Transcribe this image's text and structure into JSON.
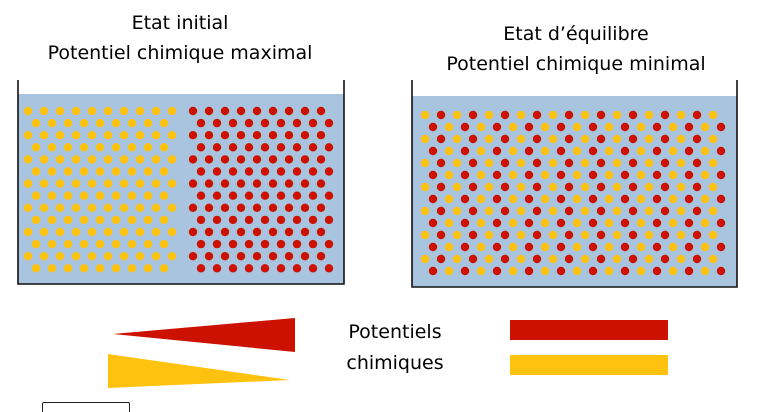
{
  "states": [
    {
      "title_line1": "Etat initial",
      "title_line2": "Potentiel chimique maximal"
    },
    {
      "title_line1": "Etat d’équilibre",
      "title_line2": "Potentiel chimique minimal"
    }
  ],
  "legend": {
    "line1": "Potentiels",
    "line2": "chimiques"
  },
  "colors": {
    "liquid": "#a9c4de",
    "container_border": "#111111",
    "red_particle": "#cc1100",
    "yellow_particle": "#ffc20e",
    "red_wedge": "#cc1100",
    "yellow_wedge": "#ffc20e"
  }
}
